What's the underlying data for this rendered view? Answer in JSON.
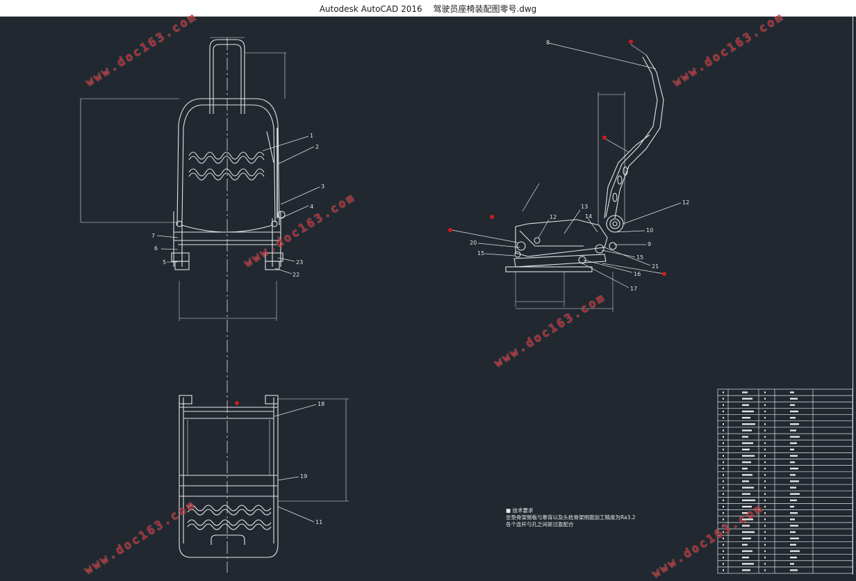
{
  "window": {
    "app_title": "Autodesk AutoCAD 2016",
    "file_name": "驾驶员座椅装配图零号.dwg"
  },
  "watermark": "www.doc163.com",
  "drawing": {
    "part_labels": [
      "1",
      "2",
      "3",
      "4",
      "5",
      "6",
      "7",
      "8",
      "9",
      "10",
      "11",
      "12",
      "13",
      "14",
      "15",
      "16",
      "17",
      "18",
      "19",
      "20",
      "21",
      "22",
      "23"
    ],
    "tech_notes": {
      "heading": "技术要求",
      "line1": "坐垫骨架侧板与靠背以及头枕骨架侧面加工精度为Ra3.2",
      "line2": "各个连杆与孔之间是过盈配合"
    },
    "bom_rows": 29
  },
  "colors": {
    "background": "#212830",
    "line": "#e6e6e6",
    "watermark": "#c1272d",
    "marker": "#c81e1e"
  }
}
